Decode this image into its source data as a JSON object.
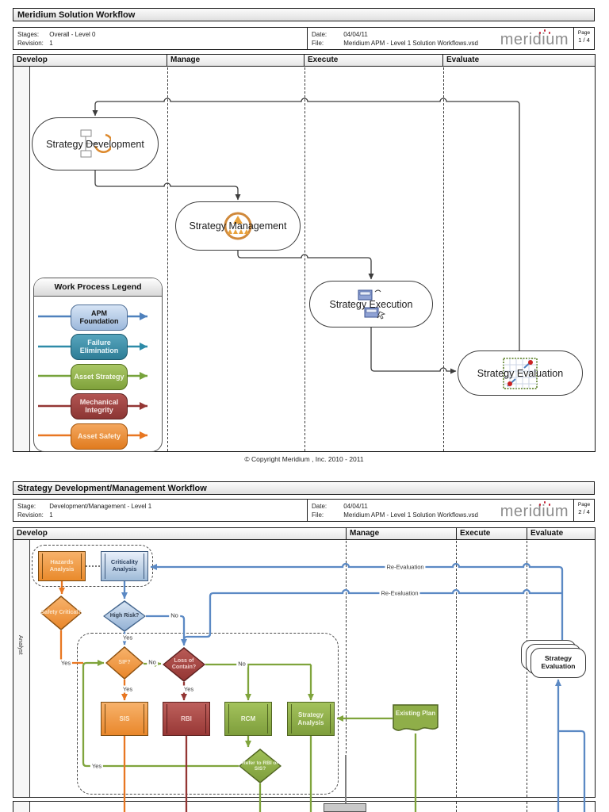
{
  "page1": {
    "title": "Meridium Solution Workflow",
    "meta": {
      "stages_label": "Stages:",
      "stages": "Overall - Level 0",
      "revision_label": "Revision:",
      "revision": "1",
      "date_label": "Date:",
      "date": "04/04/11",
      "file_label": "File:",
      "file": "Meridium APM - Level 1 Solution Workflows.vsd",
      "logo": "meridium",
      "page_label": "Page",
      "page": "1 / 4"
    },
    "lanes": [
      "Develop",
      "Manage",
      "Execute",
      "Evaluate"
    ],
    "nodes": {
      "strategy_development": "Strategy Development",
      "strategy_management": "Strategy Management",
      "strategy_execution": "Strategy Execution",
      "strategy_evaluation": "Strategy Evaluation"
    },
    "legend": {
      "title": "Work Process Legend",
      "items": [
        {
          "label": "APM Foundation",
          "arrow_color": "#4F81BD"
        },
        {
          "label": "Failure Elimination",
          "arrow_color": "#2E8BA8"
        },
        {
          "label": "Asset Strategy",
          "arrow_color": "#77A33C"
        },
        {
          "label": "Mechanical Integrity",
          "arrow_color": "#943634"
        },
        {
          "label": "Asset Safety",
          "arrow_color": "#E87722"
        }
      ]
    },
    "copyright": "© Copyright Meridium , Inc. 2010 - 2011"
  },
  "page2": {
    "title": "Strategy Development/Management Workflow",
    "meta": {
      "stage_label": "Stage:",
      "stage": "Development/Management - Level 1",
      "revision_label": "Revision:",
      "revision": "1",
      "date_label": "Date:",
      "date": "04/04/11",
      "file_label": "File:",
      "file": "Meridium APM - Level 1 Solution Workflows.vsd",
      "logo": "meridium",
      "page_label": "Page",
      "page": "2 / 4"
    },
    "lanes": [
      "Develop",
      "Manage",
      "Execute",
      "Evaluate"
    ],
    "role": "Analyst",
    "nodes": {
      "hazards_analysis": "Hazards Analysis",
      "criticality_analysis": "Criticality Analysis",
      "safety_critical": "Safety Critical?",
      "high_risk": "High Risk?",
      "sif": "SIF?",
      "loss_of_contain": "Loss of Contain?",
      "sis": "SIS",
      "rbi": "RBI",
      "rcm": "RCM",
      "strategy_analysis": "Strategy Analysis",
      "refer": "Refer to RBI or SIS?",
      "existing_plan": "Existing Plan",
      "strategy_evaluation": "Strategy Evaluation"
    },
    "labels": {
      "yes": "Yes",
      "no": "No",
      "re_evaluation": "Re-Evaluation"
    }
  }
}
